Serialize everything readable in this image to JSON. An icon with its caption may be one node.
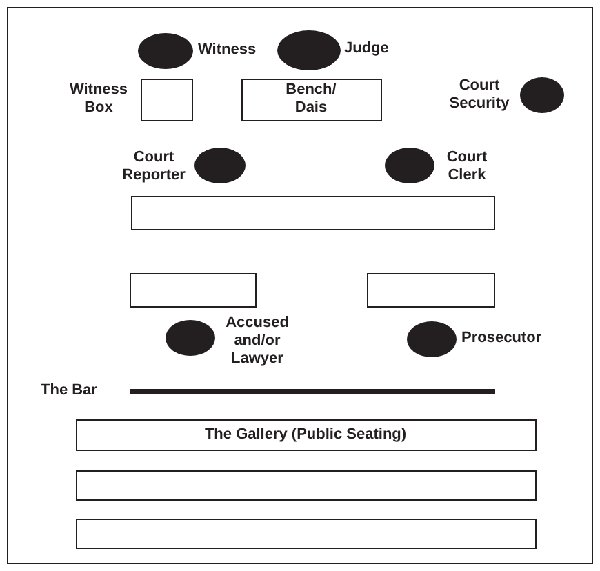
{
  "diagram": {
    "nodes": [
      {
        "text": [],
        "shape": "box"
      },
      {
        "text": [
          "Witness"
        ],
        "in": 0
      },
      {
        "text": [
          "Judge"
        ],
        "in": 0
      },
      {
        "text": [
          "Witness Box"
        ],
        "in": 0
      },
      {
        "text": [
          "Bench/ Dais"
        ],
        "in": 0
      },
      {
        "text": [
          "Court Security"
        ],
        "in": 0
      },
      {
        "text": [
          "Court Reporter"
        ],
        "in": 0
      },
      {
        "text": [
          "Court Clerk"
        ],
        "in": 0
      },
      {
        "text": [],
        "shape": "box",
        "in": 0
      },
      {
        "text": [],
        "shape": "box",
        "in": 0
      },
      {
        "text": [],
        "shape": "box",
        "in": 0
      },
      {
        "text": [
          "Accused and/or Lawyer"
        ],
        "in": 0
      },
      {
        "text": [
          "Prosecutor"
        ],
        "in": 0
      },
      {
        "text": [
          "The Bar"
        ],
        "in": 0
      },
      {
        "text": [
          "The Gallery (Public Seating)"
        ],
        "in": 0
      },
      {
        "text": [],
        "shape": "box",
        "in": 0
      },
      {
        "text": [],
        "shape": "box",
        "in": 0
      }
    ]
  }
}
